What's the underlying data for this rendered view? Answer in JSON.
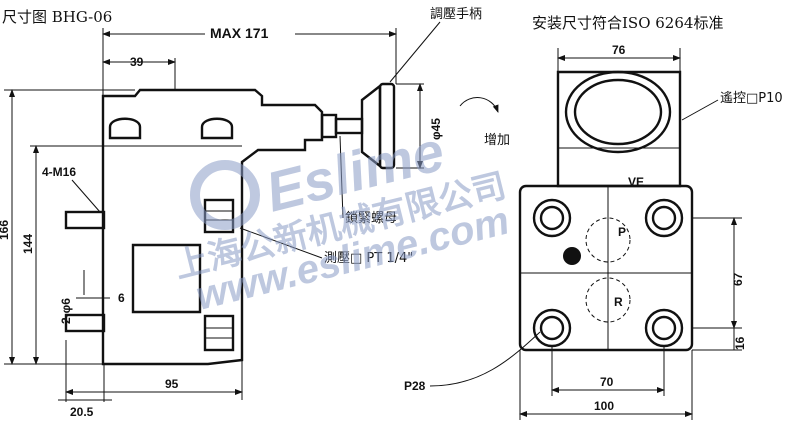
{
  "title_left": "尺寸图 BHG-06",
  "title_right": "安装尺寸符合ISO 6264标准",
  "side_view": {
    "max_label": "MAX 171",
    "dim_39": "39",
    "dim_166": "166",
    "dim_144": "144",
    "thread_label": "4-M16",
    "dim_2phi6": "2-φ6",
    "dim_6": "6",
    "dim_95": "95",
    "dim_20_5": "20.5",
    "phi45": "φ45",
    "handle_label": "調壓手柄",
    "increase_label": "增加",
    "locknut_label": "鎖緊螺母",
    "gauge_label": "測壓□ PT 1/4\""
  },
  "top_view": {
    "dim_76": "76",
    "remote_label": "遙控□P10",
    "ve_label": "VE",
    "p_label": "P",
    "r_label": "R",
    "dim_67": "67",
    "dim_16": "16",
    "dim_70": "70",
    "dim_100": "100",
    "p28_label": "P28"
  },
  "watermark": {
    "brand": "Eslime",
    "cjk": "上海公新机械有限公司",
    "url": "www.eslime.com"
  }
}
